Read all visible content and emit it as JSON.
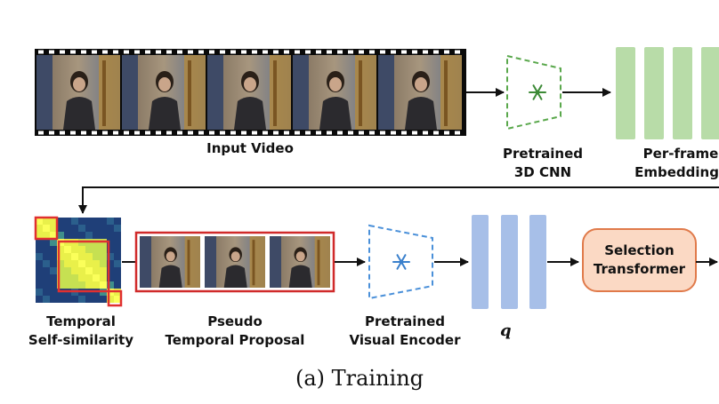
{
  "title": "",
  "caption": "(a)  Training",
  "nodes": {
    "input_video": {
      "label": "Input Video"
    },
    "cnn3d": {
      "label_line1": "Pretrained",
      "label_line2": "3D CNN",
      "icon": "snowflake-icon",
      "color": "#5aa84c"
    },
    "frame_embeddings": {
      "label_line1": "Per-frame",
      "label_line2": "Embeddings",
      "color": "#b8dca8"
    },
    "self_similarity": {
      "label_line1": "Temporal",
      "label_line2": "Self-similarity",
      "highlight": "#e03030"
    },
    "pseudo_proposal": {
      "label_line1": "Pseudo",
      "label_line2": "Temporal Proposal",
      "border": "#d02a2a"
    },
    "visual_encoder": {
      "label_line1": "Pretrained",
      "label_line2": "Visual Encoder",
      "icon": "snowflake-icon",
      "color": "#4a90d9"
    },
    "query": {
      "label": "q",
      "color": "#a7bfe8"
    },
    "selection_transformer": {
      "label_line1": "Selection",
      "label_line2": "Transformer",
      "fill": "#fbd9c4",
      "border": "#e07a4a"
    }
  },
  "edges": [
    {
      "from": "input_video",
      "to": "cnn3d"
    },
    {
      "from": "cnn3d",
      "to": "frame_embeddings"
    },
    {
      "from": "frame_embeddings",
      "to": "self_similarity"
    },
    {
      "from": "self_similarity",
      "to": "pseudo_proposal"
    },
    {
      "from": "pseudo_proposal",
      "to": "visual_encoder"
    },
    {
      "from": "visual_encoder",
      "to": "query"
    },
    {
      "from": "query",
      "to": "selection_transformer"
    },
    {
      "from": "selection_transformer",
      "to": "output"
    }
  ]
}
